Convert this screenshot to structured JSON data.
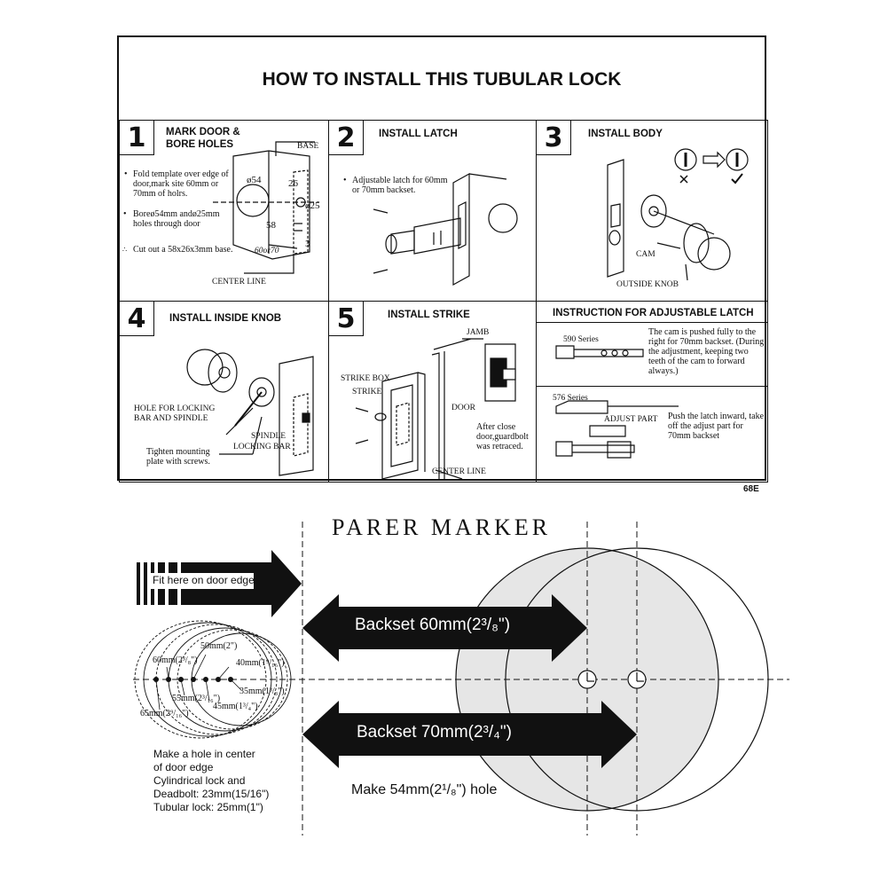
{
  "sheet": {
    "title": "HOW TO INSTALL THIS TUBULAR LOCK",
    "code": "68E",
    "steps": [
      {
        "number": "1",
        "title_line1": "MARK DOOR &",
        "title_line2": "BORE HOLES",
        "notes": [
          "Fold template over edge of door,mark site 60mm or 70mm of holrs.",
          "Boreø54mm andø25mm holes through door",
          "Cut out a 58x26x3mm base."
        ],
        "labels": {
          "base": "BASE",
          "d54": "ø54",
          "d25": "ø25",
          "n26": "26",
          "n58": "58",
          "n3": "3",
          "r6070": "60or70",
          "center_line": "CENTER LINE"
        }
      },
      {
        "number": "2",
        "title": "INSTALL LATCH",
        "notes": [
          "Adjustable latch for 60mm or 70mm backset."
        ]
      },
      {
        "number": "3",
        "title": "INSTALL BODY",
        "labels": {
          "cam": "CAM",
          "outside_knob": "OUTSIDE KNOB"
        }
      },
      {
        "number": "4",
        "title": "INSTALL INSIDE KNOB",
        "labels": {
          "hole": "HOLE FOR LOCKING BAR AND SPINDLE",
          "spindle": "SPINDLE",
          "locking_bar": "LOCKING BAR"
        },
        "notes": [
          "Tighten mounting plate with screws."
        ]
      },
      {
        "number": "5",
        "title": "INSTALL STRIKE",
        "labels": {
          "jamb": "JAMB",
          "strike_box": "STRIKE BOX",
          "strike": "STRIKE",
          "door": "DOOR",
          "center_line": "CENTER LINE"
        },
        "notes": [
          "After close door,guardbolt was retraced."
        ]
      }
    ],
    "adjustable": {
      "title": "INSTRUCTION FOR ADJUSTABLE LATCH",
      "series590": "590 Series",
      "text590": "The cam is pushed fully to the right for 70mm backset. (During the adjustment, keeping two teeth of the cam to forward always.)",
      "series576": "576 Series",
      "adjust_part": "ADJUST PART",
      "text576": "Push the latch inward, take off the adjust part for 70mm backset"
    }
  },
  "template": {
    "heading": "PARER MARKER",
    "fit_label": "Fit here on door edge",
    "backset60": "Backset  60mm(2³/₈\")",
    "backset70": "Backset  70mm(2³/₄\")",
    "hole54": "Make 54mm(2¹/₈\") hole",
    "sizes": {
      "s50": "50mm(2\")",
      "s60": "60mm(2³/₈\")",
      "s40": "40mm(1⁹/₁₆\")",
      "s55": "55mm(2³/₁₆\")",
      "s35": "35mm(1³/₈\")",
      "s45": "45mm(1³/₄\")",
      "s65": "65mm(2⁹/₁₆\")"
    },
    "hole_note": [
      "Make a hole in center",
      "of door edge",
      "Cylindrical lock and",
      "Deadbolt: 23mm(15/16\")",
      "Tubular lock: 25mm(1\")"
    ]
  }
}
